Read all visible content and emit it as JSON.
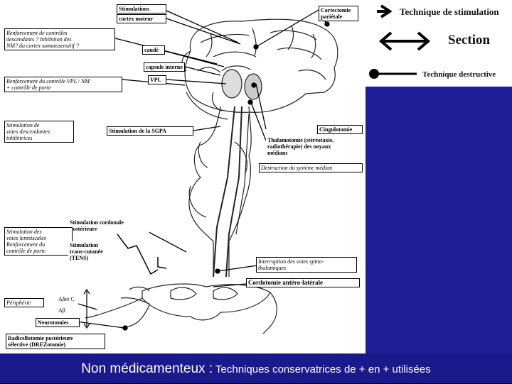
{
  "legend": {
    "stimulation_label": "Technique de stimulation",
    "section_label": "Section",
    "destructive_label": "Technique destructive"
  },
  "diagram": {
    "labels": {
      "stimulations": "Stimulations",
      "cortex_moteur": "cortex moteur",
      "cortectomie": "Cortectomie\npariétale",
      "renforcement_descendants": "Renforcement de contrôles\ndescendants ? Inhibition des\nNM? du cortex somatosensitif ?",
      "caude": "caudé",
      "capsule_interne": "capsule interne",
      "vpl": "VPL",
      "renforcement_vpl": "Renforcement du contrôle VPL / NM\n+ contrôle de porte",
      "stimulation_voies_desc": "Stimulation de\nvoies descendantes\ninhibitrices",
      "stimulation_sgpa": "Stimulation de la SGPA",
      "cingulotomie": "Cingulotomie",
      "thalamotomie": "Thalamotomie (stéréotaxie,\nradiothérapie) des noyaux\nmédians",
      "destruction_median": "Destruction du système médian",
      "stimulation_cordonale": "Stimulation cordonale\npostérieure",
      "stimulation_lemniscales": "Stimulation des\nvoies lemniscales\nRenforcement du\ncontrôle de porte",
      "stimulation_tens": "Stimulation\ntrans-cutanée\n(TENS)",
      "interruption_spino": "Interruption des voies spino-\nthalamiques",
      "cordotomie": "Cordotomie antéro-latérale",
      "peripherie": "Périphérie",
      "adelta_c": "Aδet C",
      "abeta": "Aβ",
      "neurotomies": "Neurotomies",
      "radicellotomie": "Radicellotomie postérieure\nsélective (DREZotomie)"
    }
  },
  "caption": {
    "main": "Non médicamenteux :",
    "detail": " Techniques conservatrices de + en + utilisées"
  },
  "colors": {
    "slide_background": "#1a1a8c",
    "caption_text": "#ffffff"
  }
}
